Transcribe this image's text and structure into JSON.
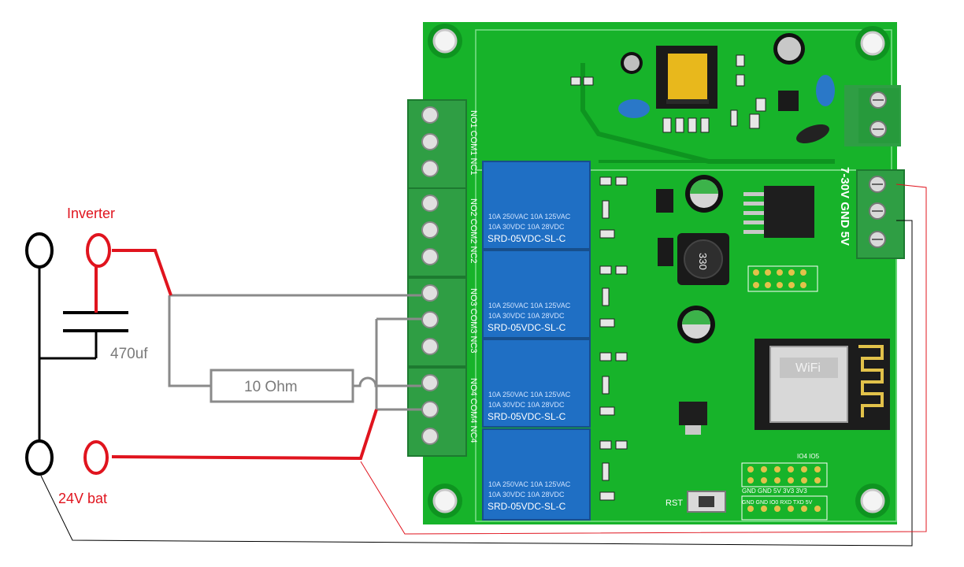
{
  "labels": {
    "inverter": "Inverter",
    "capacitor": "470uf",
    "resistor": "10 Ohm",
    "battery": "24V bat"
  },
  "relays": [
    {
      "marking_top": "10A 250VAC   10A 125VAC",
      "marking_mid": "10A 30VDC    10A 28VDC",
      "model": "SRD-05VDC-SL-C"
    },
    {
      "marking_top": "10A 250VAC   10A 125VAC",
      "marking_mid": "10A 30VDC    10A 28VDC",
      "model": "SRD-05VDC-SL-C"
    },
    {
      "marking_top": "10A 250VAC   10A 125VAC",
      "marking_mid": "10A 30VDC    10A 28VDC",
      "model": "SRD-05VDC-SL-C"
    },
    {
      "marking_top": "10A 250VAC   10A 125VAC",
      "marking_mid": "10A 30VDC    10A 28VDC",
      "model": "SRD-05VDC-SL-C"
    }
  ],
  "relay_terminal_labels": [
    "NO1 COM1 NC1",
    "NO2 COM2 NC2",
    "NO3 COM3 NC3",
    "NO4 COM4 NC4"
  ],
  "power_terminal_label": "7-30V GND 5V",
  "inductor_label": "330",
  "module_label": "WiFi",
  "reset_label": "RST",
  "header_labels": {
    "top_row": "GND GND 5V 3V3 3V3",
    "bottom_row": "GND GND IO0 RXD TXD 5V",
    "io_row": "IO4 IO5"
  },
  "colors": {
    "board": "#17b32a",
    "board_dark": "#0e9420",
    "terminal": "#2f9e44",
    "relay": "#1f6fc4",
    "wire_red": "#e0141e",
    "wire_gray": "#8a8a8a",
    "wire_black": "#000000",
    "text_red": "#e0141e",
    "text_gray": "#7a7a7a"
  }
}
